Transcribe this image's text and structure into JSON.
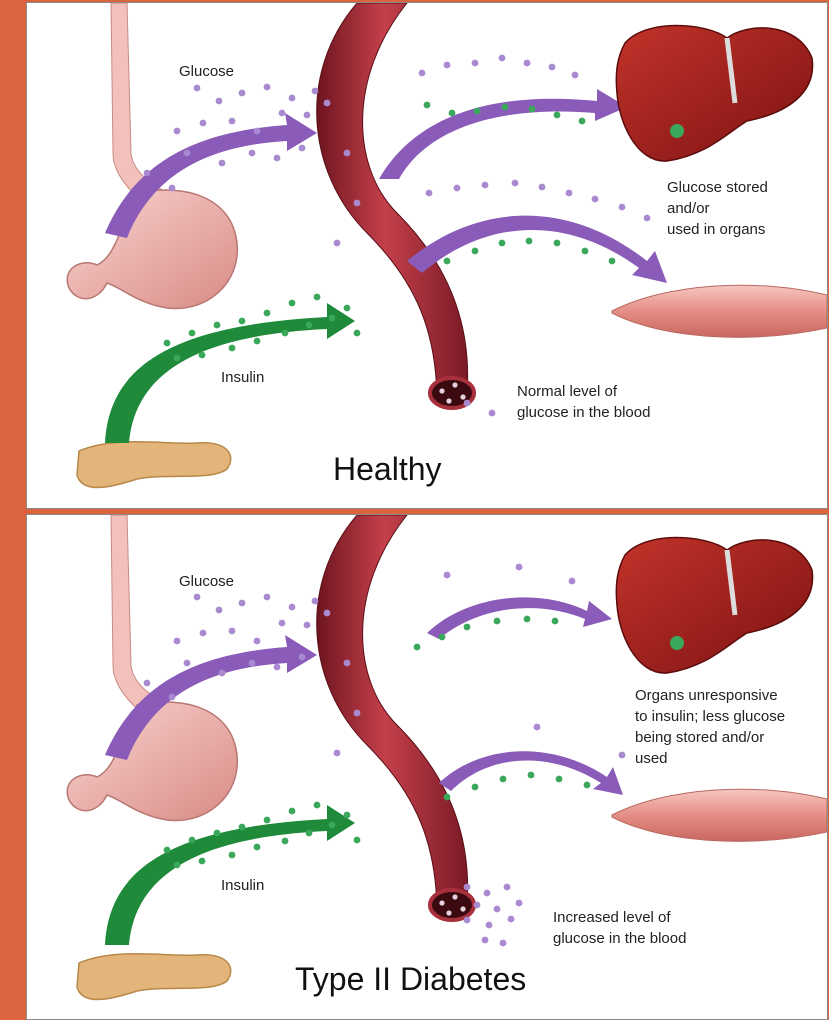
{
  "colors": {
    "background": "#d9643e",
    "glucose_arrow": "#8a5bb8",
    "insulin_arrow": "#1e8a3a",
    "glucose_dot": "#a98ad0",
    "insulin_dot": "#3aa85a",
    "vessel": "#a8303c",
    "liver": "#a51f1f",
    "muscle": "#e8a19a",
    "pancreas": "#e3b57a",
    "stomach": "#f2b6b0"
  },
  "panels": [
    {
      "id": "healthy",
      "glucose_label": "Glucose",
      "insulin_label": "Insulin",
      "organ_label": "Glucose stored\nand/or\nused in organs",
      "blood_label": "Normal level of\nglucose in the blood",
      "title": "Healthy"
    },
    {
      "id": "diabetes",
      "glucose_label": "Glucose",
      "insulin_label": "Insulin",
      "organ_label": "Organs unresponsive\nto insulin; less glucose\nbeing stored and/or\nused",
      "blood_label": "Increased level of\nglucose in the blood",
      "title": "Type II Diabetes"
    }
  ]
}
